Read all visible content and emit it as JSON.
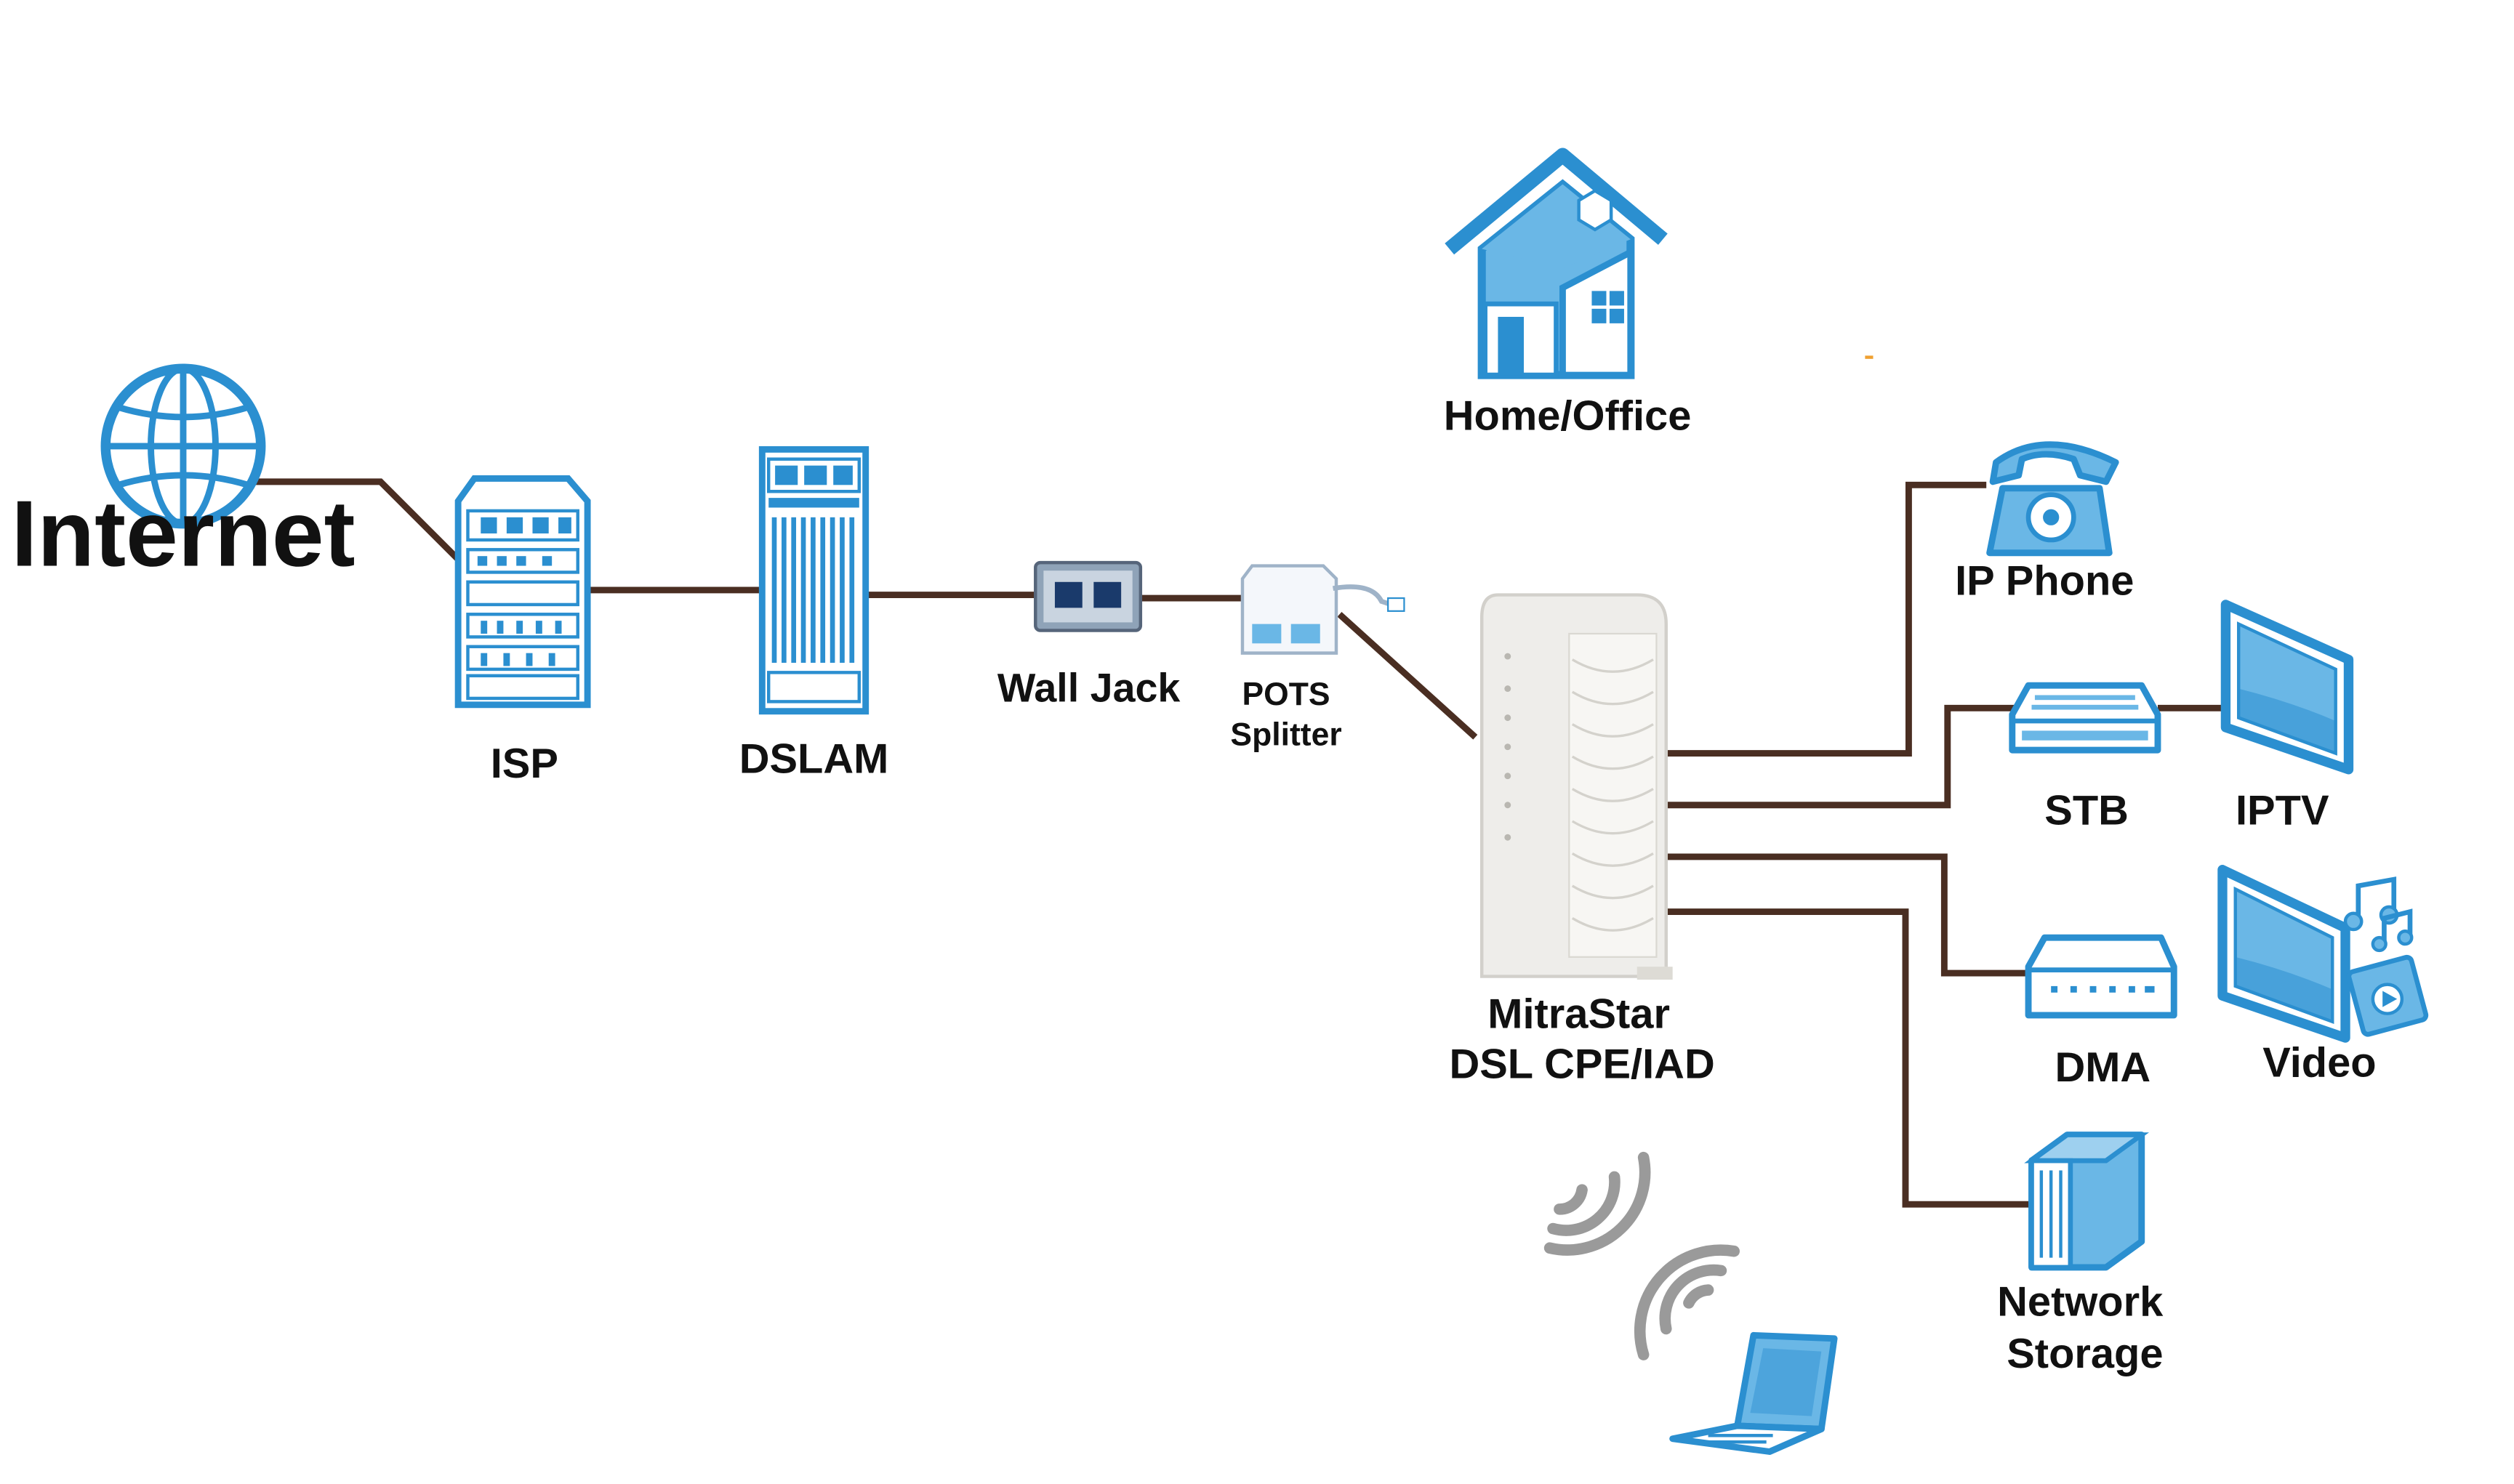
{
  "diagram": {
    "nodes": {
      "internet": {
        "label": "Internet",
        "icon": "globe-icon"
      },
      "isp": {
        "label": "ISP",
        "icon": "server-rack-icon"
      },
      "dslam": {
        "label": "DSLAM",
        "icon": "dslam-rack-icon"
      },
      "wall_jack": {
        "label": "Wall Jack",
        "icon": "wall-jack-icon"
      },
      "pots_splitter": {
        "line1": "POTS",
        "line2": "Splitter",
        "icon": "splitter-icon"
      },
      "home_office": {
        "label": "Home/Office",
        "icon": "house-icon"
      },
      "cpe": {
        "line1": "MitraStar",
        "line2": "DSL CPE/IAD",
        "icon": "router-device-icon"
      },
      "ip_phone": {
        "label": "IP Phone",
        "icon": "telephone-icon"
      },
      "stb": {
        "label": "STB",
        "icon": "set-top-box-icon"
      },
      "iptv": {
        "label": "IPTV",
        "icon": "television-icon"
      },
      "dma": {
        "label": "DMA",
        "icon": "media-adapter-icon"
      },
      "video": {
        "label": "Video",
        "icon": "video-monitor-icon"
      },
      "network_storage": {
        "line1": "Network",
        "line2": "Storage",
        "icon": "storage-server-icon"
      },
      "wireless_laptop": {
        "icon": "laptop-icon"
      }
    },
    "colors": {
      "icon_blue": "#2b8fd0",
      "icon_light_blue": "#6ab7e6",
      "wire": "#4a2e22",
      "wifi_gray": "#9a9a9a"
    }
  }
}
